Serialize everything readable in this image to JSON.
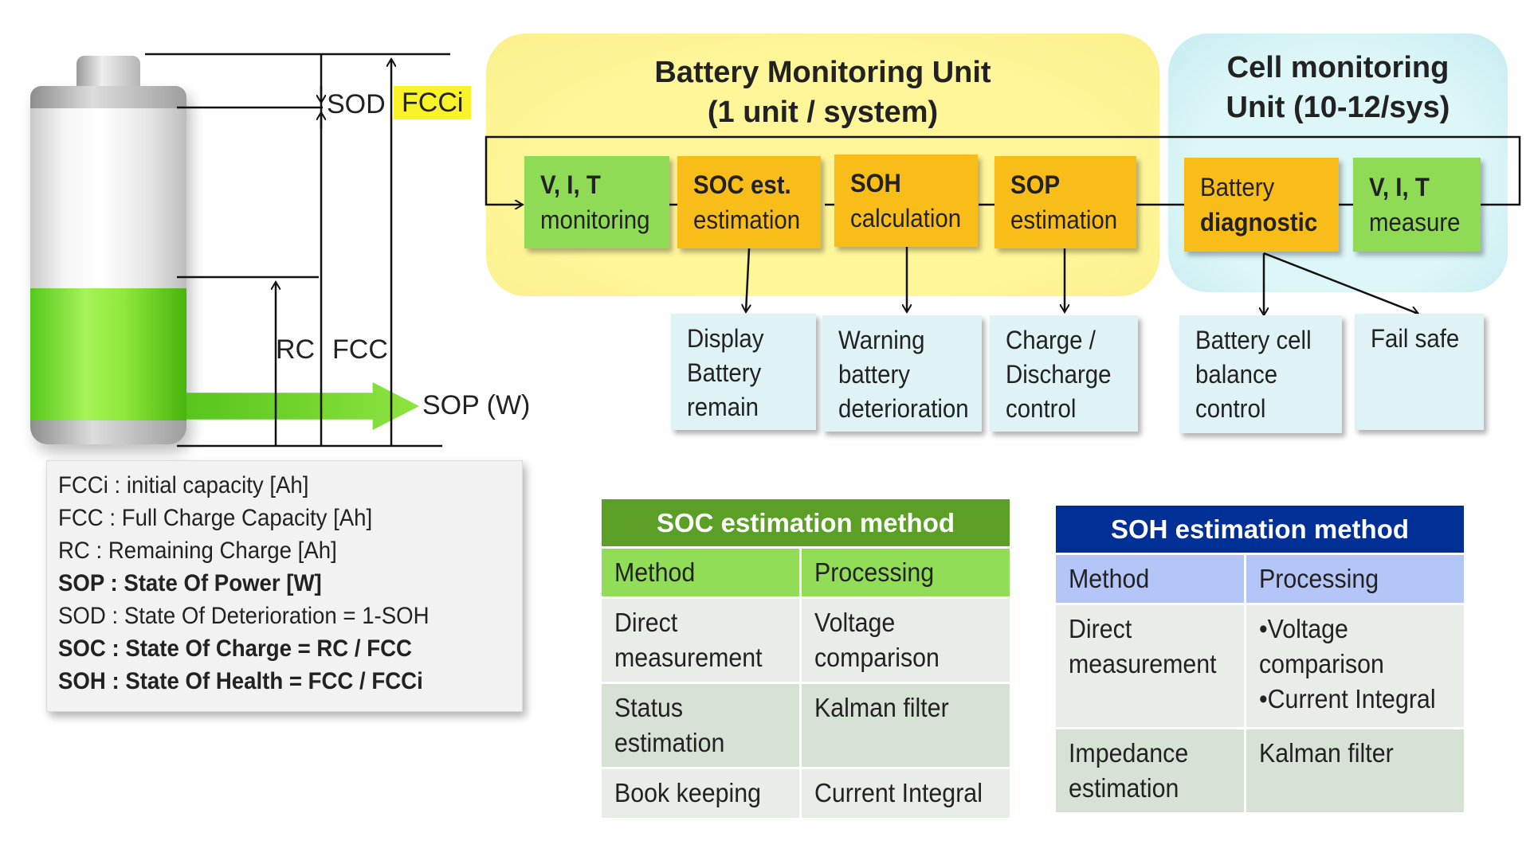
{
  "battery": {
    "labels": {
      "sod": "SOD",
      "fcci": "FCCi",
      "rc": "RC",
      "fcc": "FCC",
      "sop": "SOP (W)"
    },
    "colors": {
      "fill": "#8fe83a",
      "highlight": "#fbf32a"
    }
  },
  "definitions": [
    {
      "text": "FCCi : initial capacity [Ah]",
      "bold": false
    },
    {
      "text": "FCC : Full Charge Capacity [Ah]",
      "bold": false
    },
    {
      "text": "RC : Remaining Charge [Ah]",
      "bold": false
    },
    {
      "text": "SOP : State Of Power [W]",
      "bold": true
    },
    {
      "text": "SOD : State Of Deterioration = 1-SOH",
      "bold": false
    },
    {
      "text": "SOC : State Of Charge = RC / FCC",
      "bold": true
    },
    {
      "text": "SOH : State Of Health = FCC / FCCi",
      "bold": true
    }
  ],
  "bmu": {
    "title_line1": "Battery  Monitoring Unit",
    "title_line2": "(1 unit / system)",
    "color": "#fff69a",
    "blocks": [
      {
        "l1": "V, I, T",
        "l2": "monitoring"
      },
      {
        "l1": "SOC est.",
        "l2": "estimation"
      },
      {
        "l1": "SOH",
        "l2": "calculation"
      },
      {
        "l1": "SOP",
        "l2": "estimation"
      }
    ]
  },
  "cmu": {
    "title_line1": "Cell monitoring",
    "title_line2": "Unit (10-12/sys)",
    "color": "#ddf6f8",
    "blocks": [
      {
        "l1": "Battery",
        "l2": "diagnostic"
      },
      {
        "l1": "V, I, T",
        "l2": "measure"
      }
    ]
  },
  "outputs": [
    {
      "lines": [
        "Display",
        "Battery",
        "remain"
      ]
    },
    {
      "lines": [
        "Warning",
        "battery",
        "deterioration"
      ]
    },
    {
      "lines": [
        "Charge /",
        "Discharge",
        "control"
      ]
    },
    {
      "lines": [
        "Battery cell",
        "balance",
        "control"
      ]
    },
    {
      "lines": [
        "Fail safe"
      ]
    }
  ],
  "soc_table": {
    "title": "SOC estimation method",
    "headers": [
      "Method",
      "Processing"
    ],
    "rows": [
      {
        "method": [
          "Direct",
          "measurement"
        ],
        "processing": [
          "Voltage",
          "comparison"
        ]
      },
      {
        "method": [
          "Status",
          "estimation"
        ],
        "processing": [
          "Kalman filter"
        ]
      },
      {
        "method": [
          "Book keeping"
        ],
        "processing": [
          "Current Integral"
        ]
      }
    ],
    "colors": {
      "title": "#5b9f26",
      "header": "#92dd58"
    }
  },
  "soh_table": {
    "title": "SOH estimation method",
    "headers": [
      "Method",
      "Processing"
    ],
    "rows": [
      {
        "method": [
          "Direct",
          "measurement"
        ],
        "processing": [
          "•Voltage",
          "comparison",
          "•Current Integral"
        ]
      },
      {
        "method": [
          "Impedance",
          "estimation"
        ],
        "processing": [
          "Kalman filter"
        ]
      }
    ],
    "colors": {
      "title": "#002f96",
      "header": "#b4c6f8"
    }
  },
  "colors": {
    "green_block": "#8fdb56",
    "orange_block": "#f9bd19",
    "output_box": "#dff3f6"
  }
}
